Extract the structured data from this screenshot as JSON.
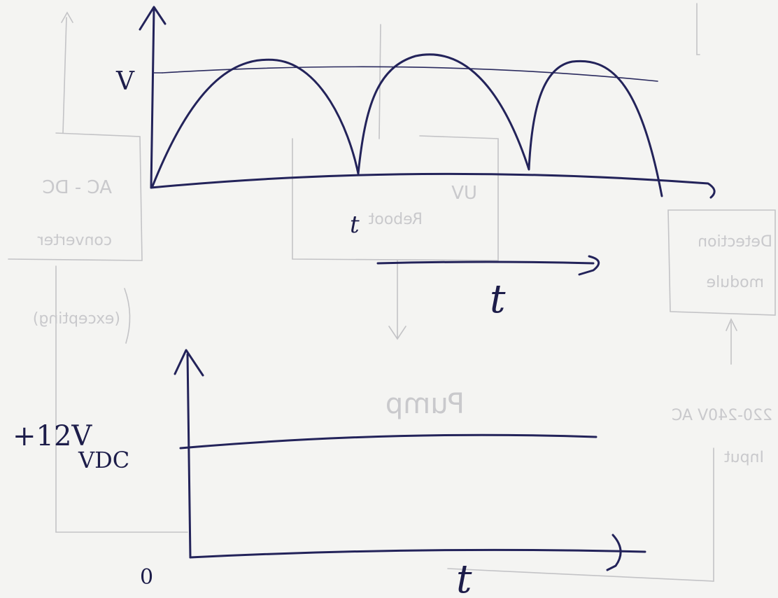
{
  "top_graph": {
    "y_label": "V",
    "x_label": "t"
  },
  "middle_graph": {
    "x_label": "t"
  },
  "bottom_graph": {
    "label_voltage": "+12V",
    "label_vdc": "VDC",
    "origin_label": "0",
    "x_label": "t"
  },
  "bleed_through": {
    "block_1_line_1": "AC - DC",
    "block_1_line_2": "converter",
    "block_1_line_3": "(excepting)",
    "block_2_line_1": "UV",
    "block_2_line_2": "Reboot",
    "block_3_line_1": "Detection",
    "block_3_line_2": "module",
    "block_4_line_1": "Pump",
    "block_5_line_1": "220-240V AC",
    "block_5_line_2": "Input"
  },
  "colors": {
    "ink": "#23235a",
    "ghost_ink": "#c3c3c6",
    "paper": "#f4f4f2"
  }
}
